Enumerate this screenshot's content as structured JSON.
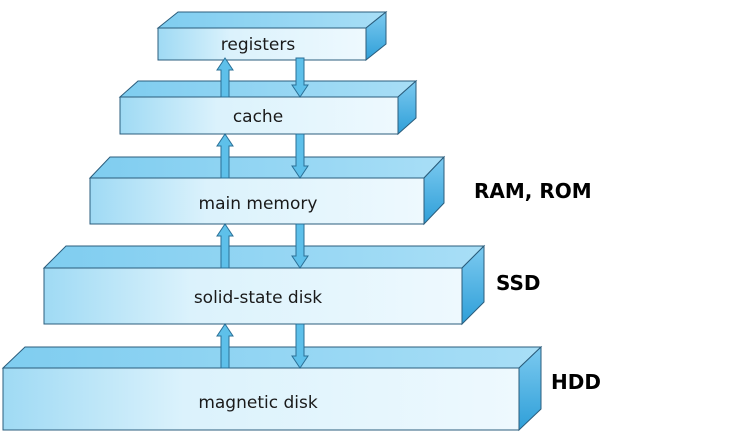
{
  "layers": [
    {
      "label": "registers"
    },
    {
      "label": "cache"
    },
    {
      "label": "main memory"
    },
    {
      "label": "solid-state disk"
    },
    {
      "label": "magnetic disk"
    }
  ],
  "side_labels": {
    "main_memory": "RAM, ROM",
    "solid_state": "SSD",
    "magnetic": "HDD"
  },
  "colors": {
    "front_light": "#eaf7fd",
    "front_dark": "#9fdaf4",
    "top_face": "#8ed3f2",
    "side_face": "#39a8dd",
    "edge": "#2b5d7c",
    "arrow_fill": "#5ec0ea",
    "arrow_stroke": "#2a6f96"
  }
}
